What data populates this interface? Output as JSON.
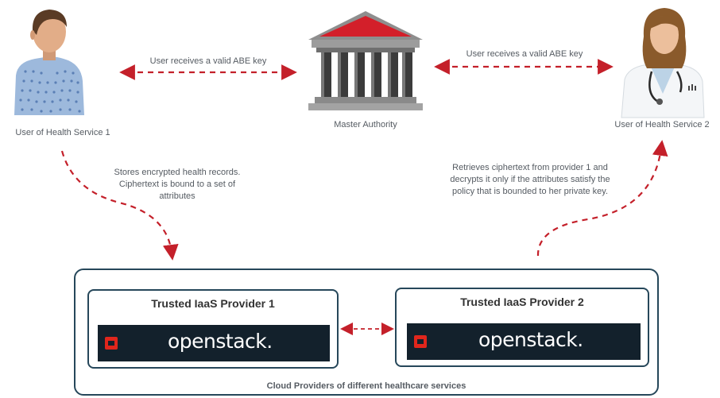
{
  "nodes": {
    "user1": "User of Health Service 1",
    "authority": "Master Authority",
    "user2": "User of Health Service 2"
  },
  "edges": {
    "user1_authority": "User receives a valid ABE key",
    "authority_user2": "User receives a valid ABE key",
    "user1_to_cloud": [
      "Stores encrypted health records.",
      "Ciphertext is bound to a set of",
      "attributes"
    ],
    "cloud_to_user2": [
      "Retrieves ciphertext from provider 1 and",
      "decrypts it only if the attributes satisfy the",
      "policy that is bounded to her private key."
    ]
  },
  "cloud": {
    "label": "Cloud Providers of different healthcare services",
    "provider1": {
      "title": "Trusted IaaS Provider 1",
      "logo_text": "openstack."
    },
    "provider2": {
      "title": "Trusted IaaS Provider 2",
      "logo_text": "openstack."
    }
  },
  "colors": {
    "arrow": "#c4202a",
    "box_border": "#26475a",
    "logo_bar": "#13212c"
  }
}
